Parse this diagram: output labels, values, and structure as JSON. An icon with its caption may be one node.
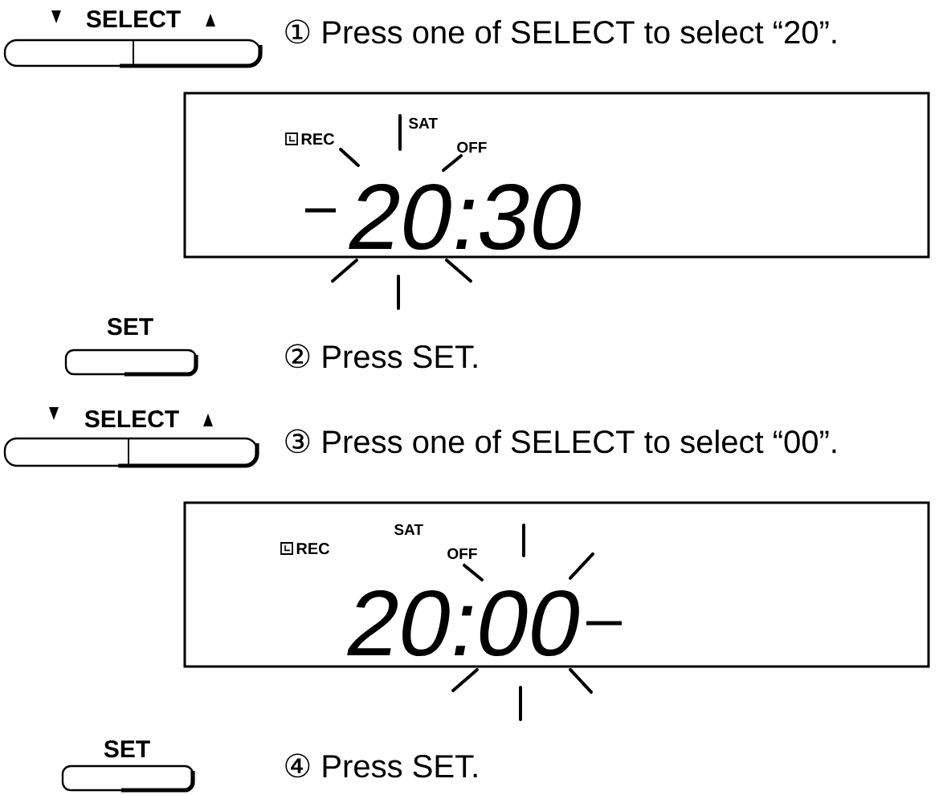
{
  "diagram": {
    "nodes": [
      {
        "text": [
          "SELECT"
        ],
        "beside": [
          "① Press one of SELECT to select “20”."
        ]
      },
      {
        "text": [
          "REC",
          "SAT",
          "OFF",
          "20:30"
        ]
      },
      {
        "text": [
          "SET"
        ]
      },
      {
        "text": [
          "SELECT"
        ],
        "beside": [
          "③ Press one of SELECT to select “00”."
        ]
      },
      {
        "text": [
          "REC",
          "SAT",
          "OFF",
          "20:00"
        ]
      },
      {
        "text": [
          "SET"
        ]
      }
    ],
    "labels": [
      "② Press SET.",
      "④ Press SET."
    ]
  }
}
